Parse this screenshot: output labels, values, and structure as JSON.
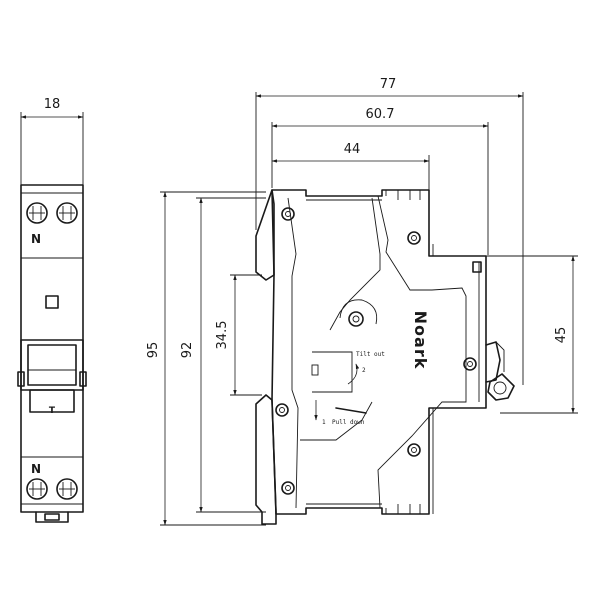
{
  "front_view": {
    "width_dim": "18",
    "top_terminal_label": "N",
    "bottom_terminal_label": "N",
    "toggle_marker": "T"
  },
  "side_view": {
    "dims": {
      "overall_depth": "77",
      "depth_to_front": "60.7",
      "depth_to_cover": "44",
      "total_height": "95",
      "body_height": "92",
      "rail_height": "34.5",
      "front_height": "45"
    },
    "brand": "Noark",
    "instructions": {
      "tilt": "Tilt out",
      "tilt_step": "2",
      "pull": "Pull down",
      "pull_step": "1"
    }
  }
}
